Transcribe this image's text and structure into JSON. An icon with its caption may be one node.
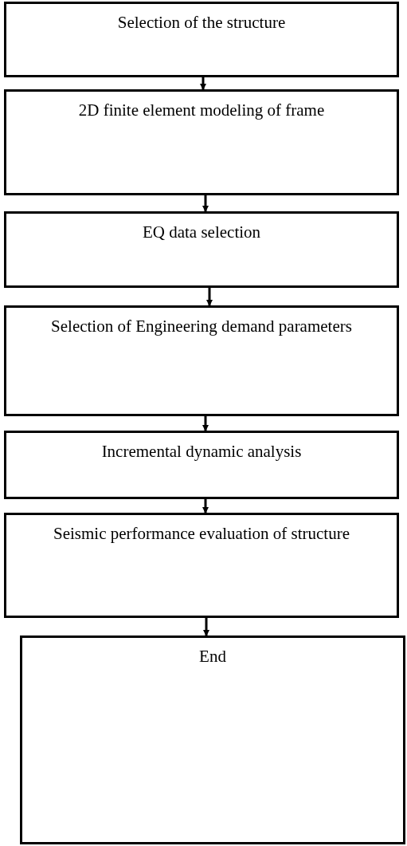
{
  "diagram": {
    "nodes": [
      {
        "text": [
          "Selection of the structure"
        ]
      },
      {
        "text": [
          "2D finite element modeling of frame"
        ]
      },
      {
        "text": [
          "EQ data selection"
        ]
      },
      {
        "text": [
          "Selection of Engineering demand parameters"
        ]
      },
      {
        "text": [
          "Incremental dynamic analysis"
        ]
      },
      {
        "text": [
          "Seismic performance evaluation of structure"
        ]
      },
      {
        "text": [
          "End"
        ]
      }
    ],
    "edges": [
      {
        "from": 0,
        "to": 1,
        "arrow": "to"
      },
      {
        "from": 1,
        "to": 2,
        "arrow": "to"
      },
      {
        "from": 2,
        "to": 3,
        "arrow": "to"
      },
      {
        "from": 3,
        "to": 4,
        "arrow": "to"
      },
      {
        "from": 4,
        "to": 5,
        "arrow": "to"
      },
      {
        "from": 5,
        "to": 6,
        "arrow": "to"
      }
    ]
  }
}
